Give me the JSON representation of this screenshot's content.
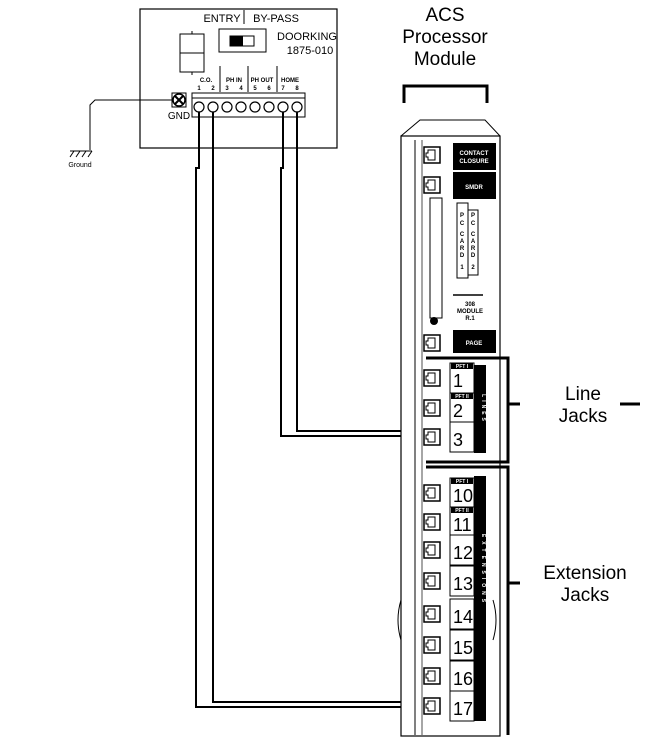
{
  "doorking": {
    "entry": "ENTRY",
    "bypass": "BY-PASS",
    "brand": "DOORKING",
    "model": "1875-010",
    "groups": [
      "C.O.",
      "PH IN",
      "PH OUT",
      "HOME"
    ],
    "terminals": [
      "1",
      "2",
      "3",
      "4",
      "5",
      "6",
      "7",
      "8"
    ],
    "gnd": "GND",
    "ground": "Ground"
  },
  "module": {
    "title": [
      "ACS",
      "Processor",
      "Module"
    ],
    "contact_closure": [
      "CONTACT",
      "CLOSURE"
    ],
    "smdr": "SMDR",
    "pc_card_1": [
      "P",
      "C",
      "C",
      "A",
      "R",
      "D",
      "1"
    ],
    "pc_card_2": [
      "P",
      "C",
      "C",
      "A",
      "R",
      "D",
      "2"
    ],
    "module_label": [
      "308",
      "MODULE",
      "R.1"
    ],
    "page": "PAGE",
    "lines_label": "LINES",
    "extensions_label": "EXTENSIONS",
    "pft1": "PFT I",
    "pft2": "PFT II",
    "line_jacks": [
      "1",
      "2",
      "3"
    ],
    "extension_jacks": [
      "10",
      "11",
      "12",
      "13",
      "14",
      "15",
      "16",
      "17"
    ]
  },
  "callouts": {
    "line_jacks": [
      "Line",
      "Jacks"
    ],
    "extension_jacks": [
      "Extension",
      "Jacks"
    ]
  }
}
